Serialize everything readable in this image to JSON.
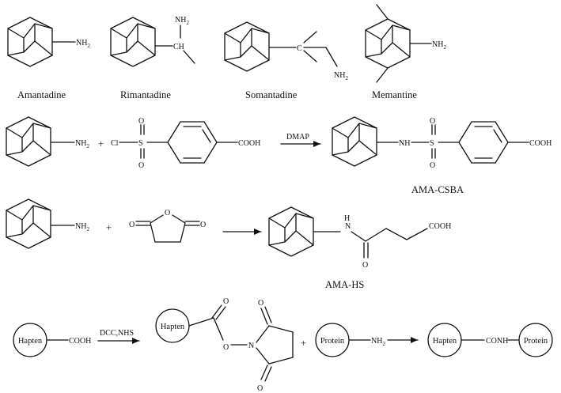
{
  "compounds": {
    "amantadine": "Amantadine",
    "rimantadine": "Rimantadine",
    "somantadine": "Somantadine",
    "memantine": "Memantine",
    "ama_csba": "AMA-CSBA",
    "ama_hs": "AMA-HS"
  },
  "atoms": {
    "nh": "NH",
    "sub2": "2",
    "ch": "CH",
    "c": "C",
    "cl": "Cl",
    "s": "S",
    "o": "O",
    "n": "N",
    "h": "H",
    "cooh": "COOH",
    "conh": "CONH",
    "plus": "+"
  },
  "reagents": {
    "dmap": "DMAP",
    "dcc_nhs": "DCC,NHS"
  },
  "conjugation": {
    "hapten": "Hapten",
    "protein": "Protein"
  }
}
